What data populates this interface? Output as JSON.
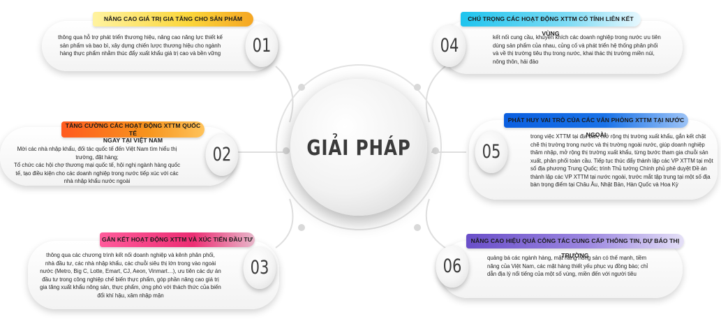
{
  "center": {
    "title": "GIẢI PHÁP"
  },
  "items": [
    {
      "number": "01",
      "heading": "NÂNG CAO GIÁ TRỊ GIA TĂNG  CHO SẢN PHẨM",
      "lines": [
        "thông qua hỗ trợ phát triển thương hiệu, nâng cao năng lực thiết kế",
        "sản phẩm và bao bì, xây dựng chiến lược thương hiệu cho ngành",
        "hàng thực phẩm nhằm thúc đẩy xuất khẩu giá trị cao và bền vững"
      ]
    },
    {
      "number": "02",
      "heading": [
        "TĂNG CƯỜNG CÁC HOẠT ĐỘNG XTTM QUỐC TẾ",
        "NGAY TẠI VIỆT NAM"
      ],
      "lines": [
        "Mời các nhà nhập khẩu, đối tác quốc tế đến Việt Nam tìm hiểu thị",
        "trường, đặt hàng;",
        "Tổ chức các hội chợ thương mại quốc tế, hội nghị ngành hàng quốc",
        "tế, tạo điều kiện cho các doanh nghiệp trong nước tiếp xúc với các",
        "nhà nhập khẩu nước ngoài"
      ]
    },
    {
      "number": "03",
      "heading": "GẮN KẾT HOẠT ĐỘNG XTTM VÀ XÚC TIẾN ĐẦU TƯ",
      "lines": [
        "thông qua các chương trình kết nối doanh nghiệp và kênh phân phối,",
        "nhà đầu tư, các nhà nhập khẩu, các chuỗi siêu thị lớn trong vào ngoài",
        "nước (Metro, Big C, Lotte, Emart, CJ, Aeon, Vinmart…), ưu tiên các dự án",
        "đầu tư trong công nghiệp chế biến thực phẩm, góp phần nâng cao giá trị",
        "gia tăng xuất khẩu nông sản, thực phẩm, ứng phó với thách thức của biến",
        "đổi khí hậu, xâm nhập mặn"
      ]
    },
    {
      "number": "04",
      "heading": "CHÚ TRỌNG CÁC HOẠT ĐỘNG XTTM  CÓ TÍNH LIÊN KẾT VÙNG",
      "lines": [
        "kết nối cung cầu, khuyến khích các doanh nghiệp trong nước ưu tiên",
        "dùng sản phẩm của nhau, củng cố và phát triển hệ thống phân phối",
        "và về thị trường tiêu thụ trong nước, khai thác thị trường miền núi,",
        "nông thôn, hải đảo"
      ]
    },
    {
      "number": "05",
      "heading": "PHÁT HUY VAI TRÒ CỦA CÁC VĂN PHÒNG  XTTM TẠI NƯỚC NGOÀI",
      "lines": [
        "trong việc XTTM tại địa bàn, mở rộng thị trường xuất khẩu, gắn kết chặt",
        "chẽ thị trường trong nước và thị trường ngoài nước, giúp doanh nghiệp",
        "thâm nhập, mở rộng thị trường xuất khẩu, từng bước tham gia chuỗi sản",
        "xuất, phân phối toàn cầu. Tiếp tục thúc đẩy thành lập các VP XTTM tại một",
        "số địa phương Trung Quốc; trình Thủ tướng Chính phủ phê duyệt Đề án",
        "thành lập các VP XTTM tại nước ngoài, trước mắt tập trung tại một số địa",
        "bàn trọng điểm tại Châu Âu, Nhật Bản, Hàn Quốc và Hoa Kỳ"
      ]
    },
    {
      "number": "06",
      "heading": "NÂNG CAO HIỆU QUẢ CÔNG TÁC CUNG CẤP  THÔNG TIN, DỰ BÁO THỊ TRƯỜNG",
      "lines": [
        "quảng bá các ngành hàng, mặt hàng nông sản có thế mạnh, tiềm",
        "năng của Việt Nam, các mặt hàng thiết yếu phục vụ đồng bào; chỉ",
        "dẫn địa lý nổi tiếng của một số vùng, miền đến với người tiêu"
      ]
    }
  ],
  "colors": {
    "tag_01": "#fbd63a",
    "tag_02": "#f7941d",
    "tag_03": "#ec2d73",
    "tag_04": "#1ec4ee",
    "tag_05": "#1a73e8",
    "tag_06": "#7b5cd1"
  }
}
